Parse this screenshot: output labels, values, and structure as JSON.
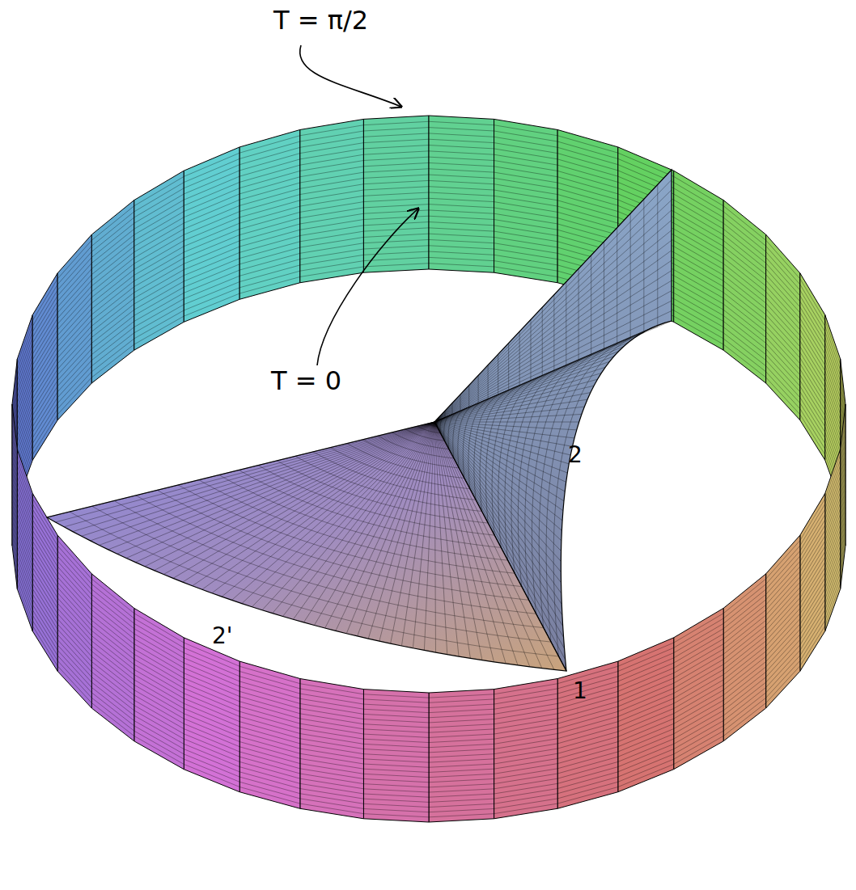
{
  "diagram": {
    "labels": [
      "T = π/2",
      "T = 0",
      "2",
      "2'",
      "1"
    ]
  }
}
